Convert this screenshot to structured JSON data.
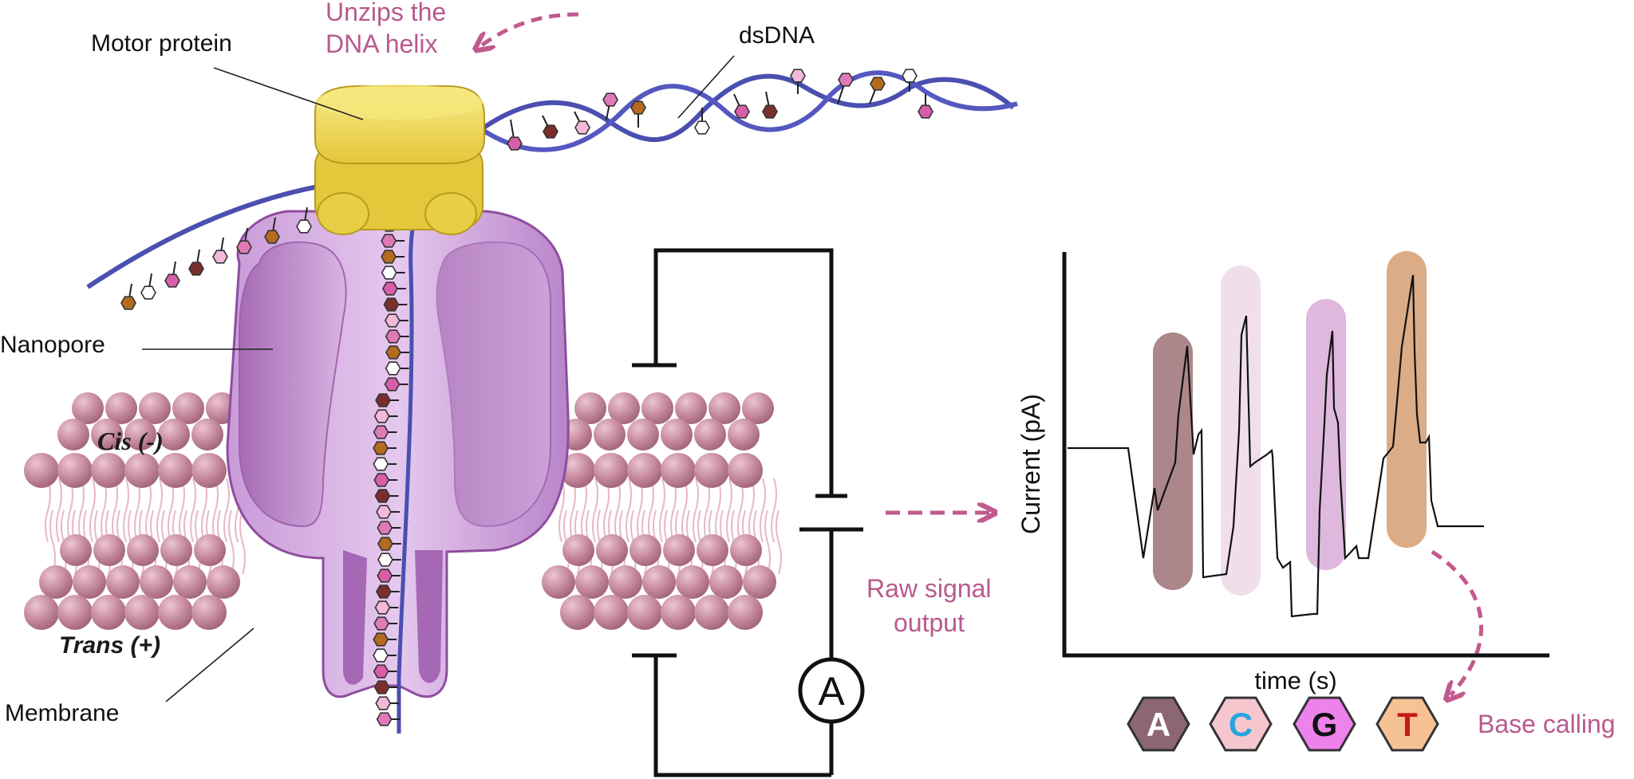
{
  "labels": {
    "motor_protein": "Motor protein",
    "unzips": [
      "Unzips the",
      "DNA helix"
    ],
    "dsdna": "dsDNA",
    "nanopore": "Nanopore",
    "cis": "Cis (-)",
    "trans": "Trans (+)",
    "membrane": "Membrane",
    "raw_signal": [
      "Raw signal",
      "output"
    ],
    "ammeter": "A",
    "base_calling": "Base calling"
  },
  "chart_data": {
    "type": "line",
    "xlabel": "time (s)",
    "ylabel": "Current (pA)",
    "grid": false,
    "highlighted_events": [
      {
        "base": "A",
        "color": "#a57c82"
      },
      {
        "base": "C",
        "color": "#efdde9"
      },
      {
        "base": "G",
        "color": "#ddb2db"
      },
      {
        "base": "T",
        "color": "#d9a57c"
      }
    ]
  },
  "bases": [
    {
      "letter": "A",
      "fill": "#8c6670",
      "text_color": "#ffffff"
    },
    {
      "letter": "C",
      "fill": "#f6c6cf",
      "text_color": "#26a5e0"
    },
    {
      "letter": "G",
      "fill": "#ee82ec",
      "text_color": "#111111"
    },
    {
      "letter": "T",
      "fill": "#f6c294",
      "text_color": "#c5191c"
    }
  ],
  "colors": {
    "membrane": "#c48a9e",
    "nanopore": "#c79ad4",
    "motor_protein": "#ecd85a",
    "dna_backbone": "#4a4fb0",
    "arrow": "#c25a8e"
  }
}
